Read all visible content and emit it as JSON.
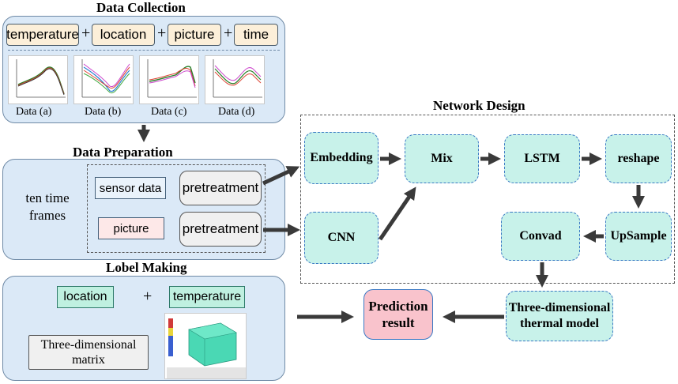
{
  "data_collection": {
    "title": "Data Collection",
    "inputs": [
      "temperature",
      "location",
      "picture",
      "time"
    ],
    "plus": "+",
    "charts": [
      "Data (a)",
      "Data (b)",
      "Data (c)",
      "Data (d)"
    ]
  },
  "data_preparation": {
    "title": "Data  Preparation",
    "side_label": "ten time\nframes",
    "sensor": "sensor data",
    "picture": "picture",
    "pretreatment": "pretreatment"
  },
  "label_making": {
    "title": "Lobel Making",
    "location": "location",
    "plus": "+",
    "temperature": "temperature",
    "matrix": "Three-dimensional\nmatrix"
  },
  "network": {
    "title": "Network Design",
    "embedding": "Embedding",
    "mix": "Mix",
    "lstm": "LSTM",
    "reshape": "reshape",
    "cnn": "CNN",
    "convad": "Convad",
    "upsample": "UpSample",
    "thermal": "Three-dimensional\nthermal model"
  },
  "prediction": "Prediction\nresult",
  "colors": {
    "panel": "#dbe9f7",
    "node": "#c8f2ea",
    "node_border": "#3a78c4",
    "pink": "#f9c3cc",
    "arrow": "#3a3a3a"
  }
}
